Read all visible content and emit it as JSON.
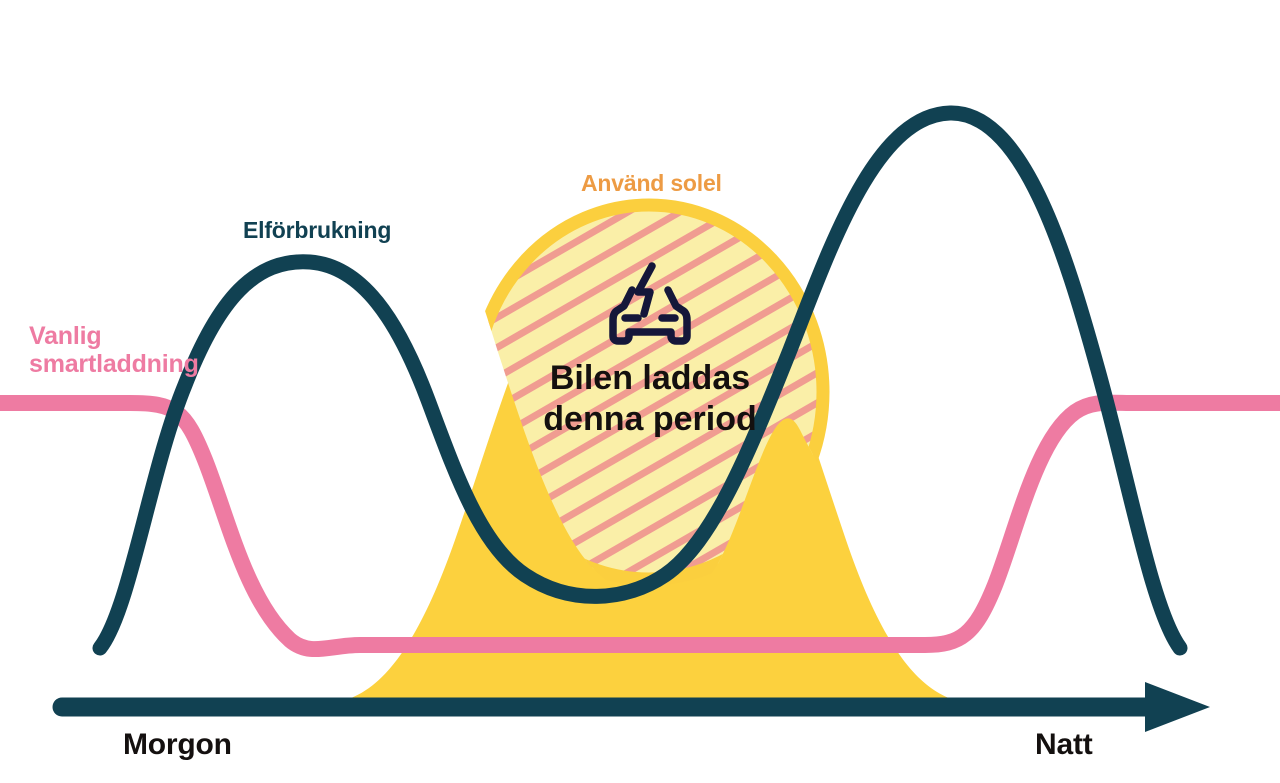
{
  "chart_data": {
    "type": "area",
    "title": "",
    "subtitle": "",
    "xlabel": "",
    "ylabel": "",
    "grid": false,
    "legend_position": "inline-annotations",
    "axis": {
      "x_start_label": "Morgon",
      "x_end_label": "Natt",
      "direction": "left-to-right",
      "arrow": true
    },
    "x": [
      0,
      5,
      10,
      15,
      18,
      20,
      22,
      25,
      28,
      30,
      33,
      36,
      40,
      45,
      50,
      55,
      60,
      65,
      70,
      72,
      75,
      78,
      80,
      82,
      85,
      88,
      90,
      92,
      95,
      100
    ],
    "series": [
      {
        "name": "Elförbrukning",
        "type": "line",
        "color": "#114152",
        "label": "Elförbrukning",
        "values": [
          8,
          22,
          48,
          72,
          84,
          90,
          92,
          90,
          84,
          72,
          52,
          34,
          22,
          18,
          17,
          19,
          26,
          44,
          68,
          82,
          92,
          97,
          98,
          95,
          86,
          66,
          44,
          28,
          14,
          8
        ]
      },
      {
        "name": "Vanlig smartladdning",
        "type": "line",
        "color": "#EE7BA2",
        "label": "Vanlig smartladdning",
        "values": [
          58,
          58,
          58,
          56,
          50,
          40,
          28,
          16,
          10,
          8,
          8,
          8,
          8,
          8,
          8,
          8,
          8,
          8,
          8,
          8,
          8,
          10,
          18,
          32,
          46,
          55,
          58,
          58,
          58,
          58
        ]
      },
      {
        "name": "Använd solel",
        "type": "area",
        "color": "#FCD13E",
        "label": "Använd solel",
        "values": [
          0,
          0,
          0,
          0,
          0,
          0,
          0,
          0,
          0,
          0,
          2,
          10,
          24,
          46,
          68,
          86,
          96,
          92,
          78,
          68,
          52,
          36,
          22,
          12,
          4,
          0,
          0,
          0,
          0,
          0
        ]
      }
    ],
    "annotations": [
      {
        "id": "charging-window",
        "shape": "ellipse",
        "fill": "#FAEFA8",
        "hatch_color": "#F09C91",
        "border_color": "#FBCF3E",
        "heading": "Använd solel",
        "icon": "ev-car-charging-icon",
        "text": "Bilen laddas\ndenna period"
      }
    ]
  },
  "labels": {
    "smart_charging": "Vanlig\nsmartladdning",
    "consumption": "Elförbrukning",
    "solar": "Använd solel",
    "morning": "Morgon",
    "night": "Natt",
    "center_text": "Bilen laddas\ndenna period"
  },
  "colors": {
    "teal": "#114152",
    "pink": "#EE7BA2",
    "yellow": "#FCD13E",
    "orange": "#ED9B44",
    "pale_yellow": "#FAEFA8",
    "hatch": "#F09C91",
    "text_dark": "#14100F",
    "background": "#FFFFFF"
  },
  "icons": {
    "car": "ev-car-charging-icon",
    "arrow": "timeline-arrow-icon"
  }
}
